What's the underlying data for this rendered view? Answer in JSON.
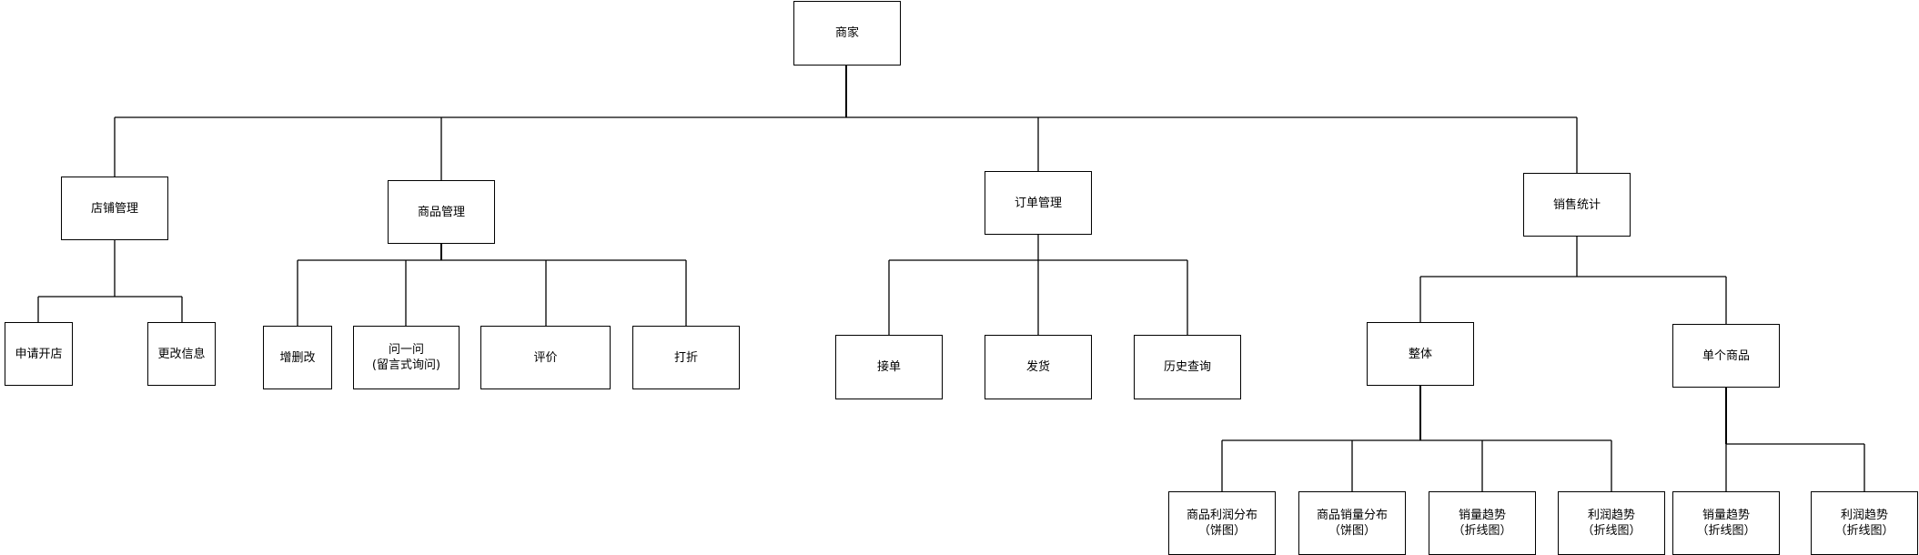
{
  "nodes": {
    "root": {
      "lines": [
        "商家"
      ]
    },
    "store": {
      "lines": [
        "店铺管理"
      ]
    },
    "apply_store": {
      "lines": [
        "申请开店"
      ]
    },
    "edit_info": {
      "lines": [
        "更改信息"
      ]
    },
    "goods": {
      "lines": [
        "商品管理"
      ]
    },
    "crud": {
      "lines": [
        "增删改"
      ]
    },
    "ask": {
      "lines": [
        "问一问",
        "(留言式询问)"
      ]
    },
    "review": {
      "lines": [
        "评价"
      ]
    },
    "discount": {
      "lines": [
        "打折"
      ]
    },
    "orders": {
      "lines": [
        "订单管理"
      ]
    },
    "accept": {
      "lines": [
        "接单"
      ]
    },
    "ship": {
      "lines": [
        "发货"
      ]
    },
    "history": {
      "lines": [
        "历史查询"
      ]
    },
    "sales": {
      "lines": [
        "销售统计"
      ]
    },
    "overall": {
      "lines": [
        "整体"
      ]
    },
    "single": {
      "lines": [
        "单个商品"
      ]
    },
    "profit_dist": {
      "lines": [
        "商品利润分布",
        "（饼图）"
      ]
    },
    "volume_dist": {
      "lines": [
        "商品销量分布",
        "（饼图）"
      ]
    },
    "volume_trend": {
      "lines": [
        "销量趋势",
        "（折线图）"
      ]
    },
    "profit_trend": {
      "lines": [
        "利润趋势",
        "（折线图）"
      ]
    },
    "single_volume_trend": {
      "lines": [
        "销量趋势",
        "（折线图）"
      ]
    },
    "single_profit_trend": {
      "lines": [
        "利润趋势",
        "（折线图）"
      ]
    }
  }
}
